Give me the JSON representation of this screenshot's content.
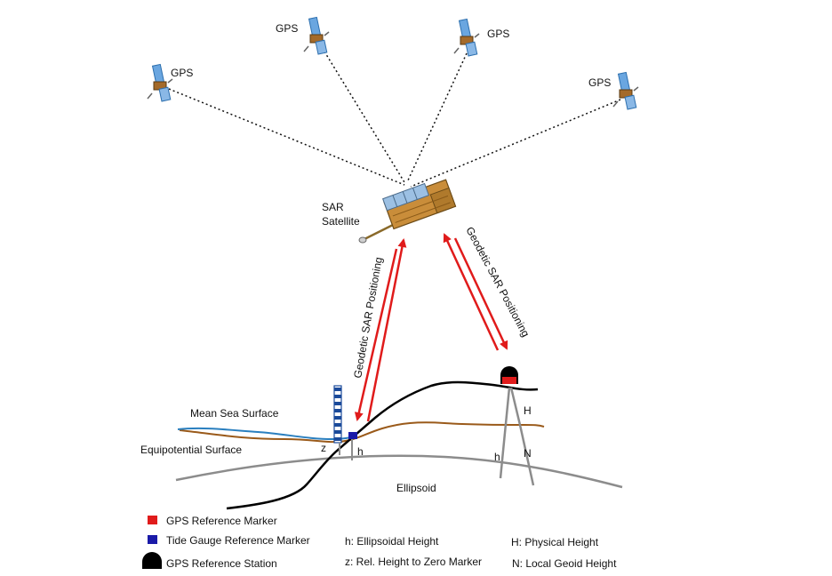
{
  "gps_satellites": [
    {
      "label": "GPS"
    },
    {
      "label": "GPS"
    },
    {
      "label": "GPS"
    },
    {
      "label": "GPS"
    }
  ],
  "sar_satellite": {
    "label_line1": "SAR",
    "label_line2": "Satellite"
  },
  "positioning_left": "Geodetic SAR Positioning",
  "positioning_right": "Geodetic SAR Positioning",
  "surfaces": {
    "mean_sea": "Mean Sea Surface",
    "equipotential": "Equipotential  Surface",
    "ellipsoid": "Ellipsoid"
  },
  "heights": {
    "z": "z",
    "h_left": "h",
    "h_right": "h",
    "H": "H",
    "N": "N"
  },
  "legend": {
    "gps_marker": "GPS Reference Marker",
    "tide_marker": "Tide Gauge Reference Marker",
    "gps_station": "GPS Reference Station",
    "h_def": "h: Ellipsoidal Height",
    "z_def": "z: Rel. Height to Zero Marker",
    "H_def": "H: Physical Height",
    "N_def": "N: Local Geoid Height"
  },
  "colors": {
    "arrow": "#e01b1b",
    "sea_surface": "#2a7fbf",
    "equipotential": "#9a5a1a",
    "topography": "#000000",
    "ellipsoid": "#8c8c8c",
    "gps_marker": "#e01b1b",
    "tide_marker": "#1a1aa8"
  }
}
